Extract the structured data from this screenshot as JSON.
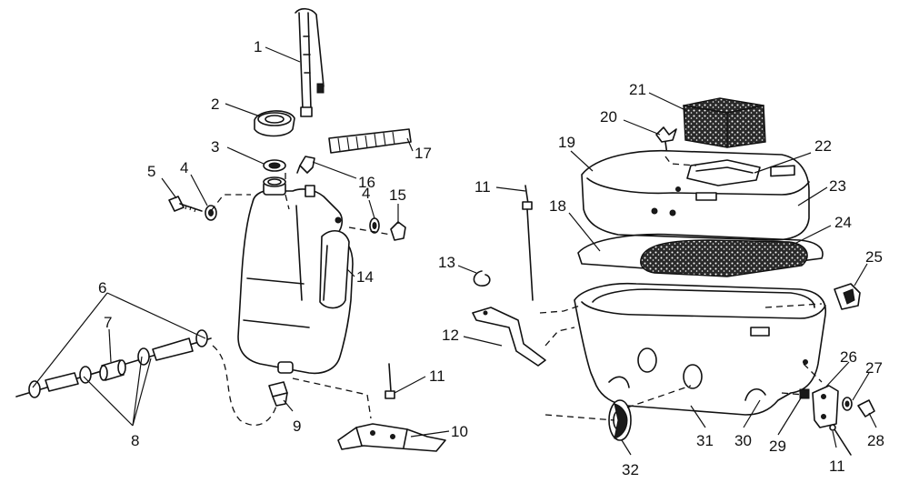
{
  "colors": {
    "background": "#ffffff",
    "ink": "#111111"
  },
  "callouts": [
    {
      "id": "c1",
      "label": "1"
    },
    {
      "id": "c2",
      "label": "2"
    },
    {
      "id": "c3",
      "label": "3"
    },
    {
      "id": "c4a",
      "label": "4"
    },
    {
      "id": "c4b",
      "label": "4"
    },
    {
      "id": "c5",
      "label": "5"
    },
    {
      "id": "c6",
      "label": "6"
    },
    {
      "id": "c7",
      "label": "7"
    },
    {
      "id": "c8",
      "label": "8"
    },
    {
      "id": "c9",
      "label": "9"
    },
    {
      "id": "c10",
      "label": "10"
    },
    {
      "id": "c11a",
      "label": "11"
    },
    {
      "id": "c11b",
      "label": "11"
    },
    {
      "id": "c11c",
      "label": "11"
    },
    {
      "id": "c12",
      "label": "12"
    },
    {
      "id": "c13",
      "label": "13"
    },
    {
      "id": "c14",
      "label": "14"
    },
    {
      "id": "c15",
      "label": "15"
    },
    {
      "id": "c16",
      "label": "16"
    },
    {
      "id": "c17",
      "label": "17"
    },
    {
      "id": "c18",
      "label": "18"
    },
    {
      "id": "c19",
      "label": "19"
    },
    {
      "id": "c20",
      "label": "20"
    },
    {
      "id": "c21",
      "label": "21"
    },
    {
      "id": "c22",
      "label": "22"
    },
    {
      "id": "c23",
      "label": "23"
    },
    {
      "id": "c24",
      "label": "24"
    },
    {
      "id": "c25",
      "label": "25"
    },
    {
      "id": "c26",
      "label": "26"
    },
    {
      "id": "c27",
      "label": "27"
    },
    {
      "id": "c28",
      "label": "28"
    },
    {
      "id": "c29",
      "label": "29"
    },
    {
      "id": "c30",
      "label": "30"
    },
    {
      "id": "c31",
      "label": "31"
    },
    {
      "id": "c32",
      "label": "32"
    }
  ]
}
